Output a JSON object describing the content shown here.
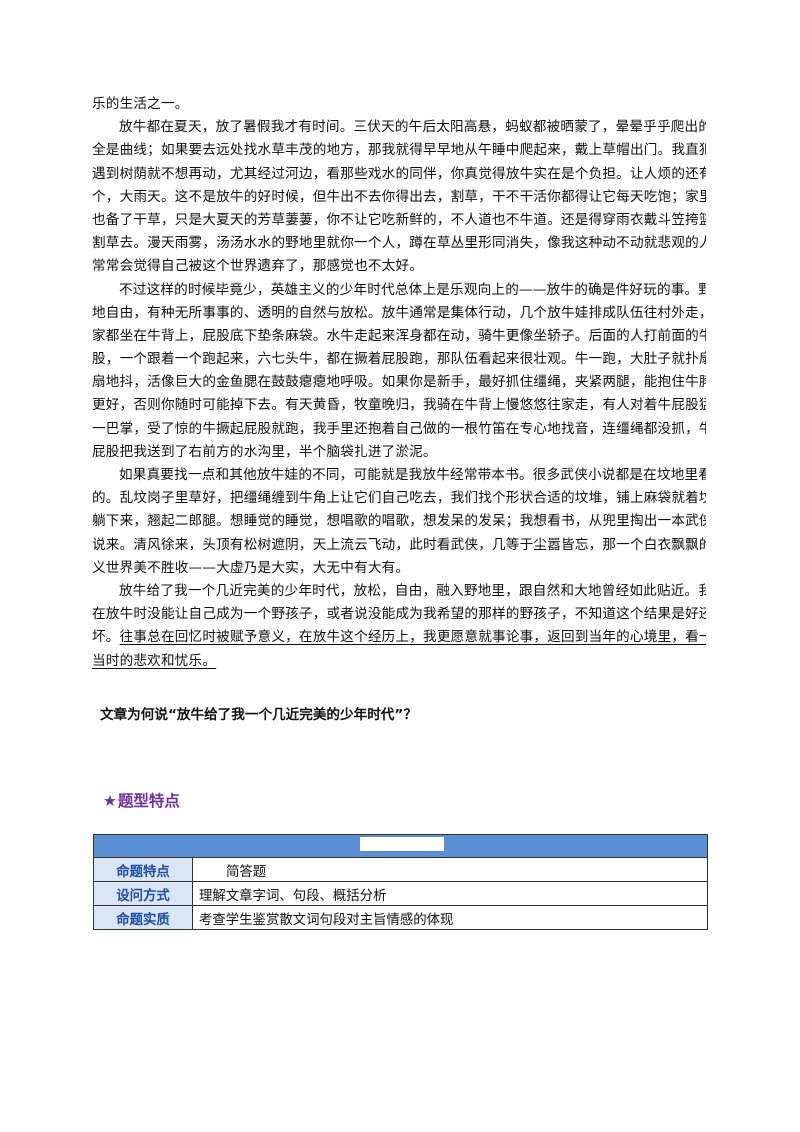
{
  "essay": {
    "lines": [
      {
        "text": "乐的生活之一。",
        "first": false,
        "last": true
      },
      {
        "text": "放牛都在夏天，放了暑假我才有时间。三伏天的午后太阳高悬，蚂蚁都被晒蒙了，晕晕乎乎爬出的",
        "first": true,
        "last": false
      },
      {
        "text": "全是曲线；如果要去远处找水草丰茂的地方，那我就得早早地从午睡中爬起来，戴上草帽出门。我直犯困，",
        "first": false,
        "last": false
      },
      {
        "text": "遇到树荫就不想再动，尤其经过河边，看那些戏水的同伴，你真觉得放牛实在是个负担。让人烦的还有一",
        "first": false,
        "last": false
      },
      {
        "text": "个，大雨天。这不是放牛的好时候，但牛出不去你得出去，割草，干不干活你都得让它每天吃饱；家里自",
        "first": false,
        "last": false
      },
      {
        "text": "也备了干草，只是大夏天的芳草萋萋，你不让它吃新鲜的，不人道也不牛道。还是得穿雨衣戴斗笠挎篮子",
        "first": false,
        "last": false
      },
      {
        "text": "割草去。漫天雨雾，汤汤水水的野地里就你一个人，蹲在草丛里形同消失，像我这种动不动就悲观的人，",
        "first": false,
        "last": false
      },
      {
        "text": "常常会觉得自己被这个世界遗弃了，那感觉也不太好。",
        "first": false,
        "last": true
      },
      {
        "text": "不过这样的时候毕竟少，英雄主义的少年时代总体上是乐观向上的——放牛的确是件好玩的事。野",
        "first": true,
        "last": false
      },
      {
        "text": "地自由，有种无所事事的、透明的自然与放松。放牛通常是集体行动，几个放牛娃排成队伍往村外走，大",
        "first": false,
        "last": false
      },
      {
        "text": "家都坐在牛背上，屁股底下垫条麻袋。水牛走起来浑身都在动，骑牛更像坐轿子。后面的人打前面的牛屁",
        "first": false,
        "last": false
      },
      {
        "text": "股，一个跟着一个跑起来，六七头牛，都在撅着屁股跑，那队伍看起来很壮观。牛一跑，大肚子就扑扇扑",
        "first": false,
        "last": false
      },
      {
        "text": "扇地抖，活像巨大的金鱼腮在鼓鼓瘪瘪地呼吸。如果你是新手，最好抓住缰绳，夹紧两腿，能抱住牛脖子",
        "first": false,
        "last": false
      },
      {
        "text": "更好，否则你随时可能掉下去。有天黄昏，牧童晚归，我骑在牛背上慢悠悠往家走，有人对着牛屁股猛的",
        "first": false,
        "last": false
      },
      {
        "text": "一巴掌，受了惊的牛撅起屁股就跑，我手里还抱着自己做的一根竹笛在专心地找音，连缰绳都没抓，牛一",
        "first": false,
        "last": false
      },
      {
        "text": "屁股把我送到了右前方的水沟里，半个脑袋扎进了淤泥。",
        "first": false,
        "last": true
      },
      {
        "text": "如果真要找一点和其他放牛娃的不同，可能就是我放牛经常带本书。很多武侠小说都是在坟地里看",
        "first": true,
        "last": false
      },
      {
        "text": "的。乱坟岗子里草好，把缰绳缠到牛角上让它们自己吃去，我们找个形状合适的坟堆，铺上麻袋就着坟势",
        "first": false,
        "last": false
      },
      {
        "text": "躺下来，翘起二郎腿。想睡觉的睡觉，想唱歌的唱歌，想发呆的发呆；我想看书，从兜里掏出一本武侠小",
        "first": false,
        "last": false
      },
      {
        "text": "说来。清风徐来，头顶有松树遮阴，天上流云飞动，此时看武侠，几等于尘嚣皆忘，那一个白衣飘飘的侠",
        "first": false,
        "last": false
      },
      {
        "text": "义世界美不胜收——大虚乃是大实，大无中有大有。",
        "first": false,
        "last": true
      },
      {
        "text": "放牛给了我一个几近完美的少年时代，放松，自由，融入野地里，跟自然和大地曾经如此贴近。我",
        "first": true,
        "last": false
      },
      {
        "text": "在放牛时没能让自己成为一个野孩子，或者说没能成为我希望的那样的野孩子，不知道这个结果是好还是",
        "first": false,
        "last": false
      }
    ],
    "line_last_prefix": "坏。",
    "line_last_underlined": "往事总在回忆时被赋予意义，在放牛这个经历上，我更愿意就事论事，返回到当年的心境里，看一看",
    "line_final_underlined": "当时的悲欢和忧乐。"
  },
  "question": "文章为何说“放牛给了我一个几近完美的少年时代”？",
  "section": {
    "star": "★",
    "title": "题型特点"
  },
  "table": {
    "rows": [
      {
        "key": "命题特点",
        "value": "简答题"
      },
      {
        "key": "设问方式",
        "value": "理解文章字词、句段、概括分析"
      },
      {
        "key": "命题实质",
        "value": "考查学生鉴赏散文词句段对主旨情感的体现"
      }
    ]
  }
}
